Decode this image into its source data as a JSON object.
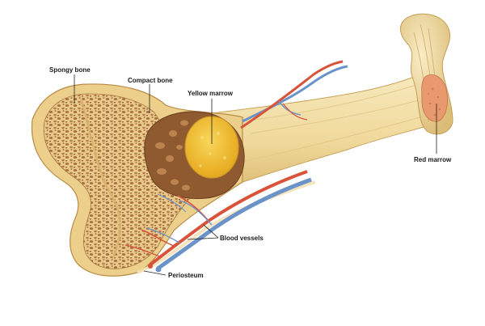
{
  "labels": {
    "spongy_bone": "Spongy bone",
    "compact_bone": "Compact bone",
    "yellow_marrow": "Yellow marrow",
    "red_marrow": "Red marrow",
    "blood_vessels": "Blood vessels",
    "periosteum": "Periosteum"
  },
  "colors": {
    "bone_surface": "#f1dfa6",
    "bone_shadow": "#d8bb72",
    "spongy_fill": "#b47a4c",
    "compact_fill": "#eccf8a",
    "yellow_marrow": "#f2c235",
    "red_marrow": "#e89a6e",
    "artery": "#d9533a",
    "vein": "#6c93c9"
  }
}
